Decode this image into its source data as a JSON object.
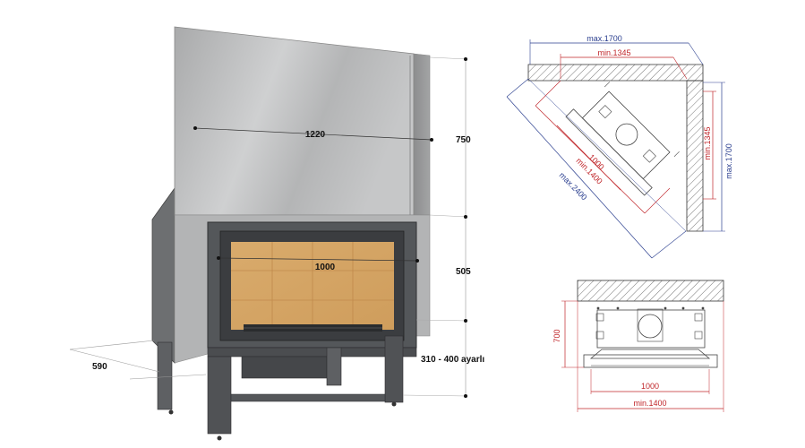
{
  "fireplace_3d": {
    "width_label": "1220",
    "upper_height_label": "750",
    "glass_width_label": "1000",
    "lower_height_label": "505",
    "depth_label": "590",
    "leg_adjust_label": "310 - 400 ayarlı"
  },
  "corner_plan": {
    "max_outer_label": "max.1700",
    "min_inner_label": "min.1345",
    "right_max_label": "max.1700",
    "right_min_label": "min.1345",
    "glass_label": "1000",
    "min_diag_label": "min.1400",
    "max_diag_label": "max.2400"
  },
  "front_plan": {
    "height_label": "700",
    "glass_label": "1000",
    "min_width_label": "min.1400"
  },
  "colors": {
    "red_dim": "#c0262a",
    "blue_dim": "#2b3f8f",
    "steel": "#b9babb",
    "body_dark": "#5a5c5e",
    "brick": "#d7a86a"
  }
}
